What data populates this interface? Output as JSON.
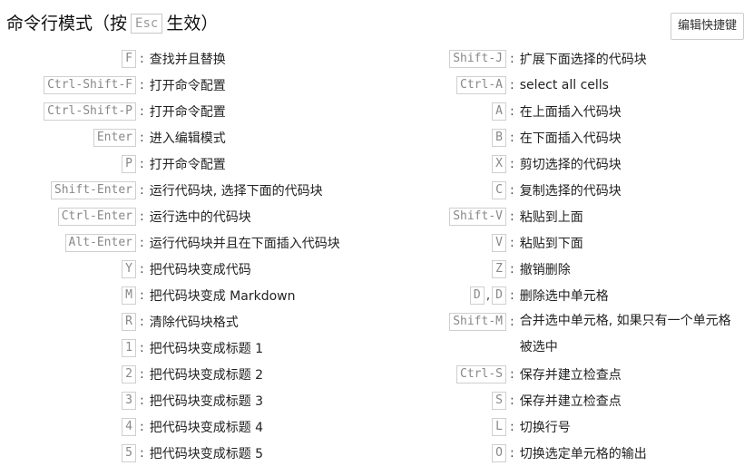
{
  "title": {
    "prefix": "命令行模式（按",
    "key": "Esc",
    "suffix": "生效）"
  },
  "edit_button": "编辑快捷键",
  "left": [
    {
      "keys": [
        "F"
      ],
      "desc": "查找并且替换"
    },
    {
      "keys": [
        "Ctrl-Shift-F"
      ],
      "desc": "打开命令配置"
    },
    {
      "keys": [
        "Ctrl-Shift-P"
      ],
      "desc": "打开命令配置"
    },
    {
      "keys": [
        "Enter"
      ],
      "desc": "进入编辑模式"
    },
    {
      "keys": [
        "P"
      ],
      "desc": "打开命令配置"
    },
    {
      "keys": [
        "Shift-Enter"
      ],
      "desc": "运行代码块, 选择下面的代码块"
    },
    {
      "keys": [
        "Ctrl-Enter"
      ],
      "desc": "运行选中的代码块"
    },
    {
      "keys": [
        "Alt-Enter"
      ],
      "desc": "运行代码块并且在下面插入代码块"
    },
    {
      "keys": [
        "Y"
      ],
      "desc": "把代码块变成代码"
    },
    {
      "keys": [
        "M"
      ],
      "desc": "把代码块变成 Markdown"
    },
    {
      "keys": [
        "R"
      ],
      "desc": "清除代码块格式"
    },
    {
      "keys": [
        "1"
      ],
      "desc": "把代码块变成标题 1"
    },
    {
      "keys": [
        "2"
      ],
      "desc": "把代码块变成标题 2"
    },
    {
      "keys": [
        "3"
      ],
      "desc": "把代码块变成标题 3"
    },
    {
      "keys": [
        "4"
      ],
      "desc": "把代码块变成标题 4"
    },
    {
      "keys": [
        "5"
      ],
      "desc": "把代码块变成标题 5"
    }
  ],
  "right": [
    {
      "keys": [
        "Shift-J"
      ],
      "desc": "扩展下面选择的代码块"
    },
    {
      "keys": [
        "Ctrl-A"
      ],
      "desc": "select all cells"
    },
    {
      "keys": [
        "A"
      ],
      "desc": "在上面插入代码块"
    },
    {
      "keys": [
        "B"
      ],
      "desc": "在下面插入代码块"
    },
    {
      "keys": [
        "X"
      ],
      "desc": "剪切选择的代码块"
    },
    {
      "keys": [
        "C"
      ],
      "desc": "复制选择的代码块"
    },
    {
      "keys": [
        "Shift-V"
      ],
      "desc": "粘贴到上面"
    },
    {
      "keys": [
        "V"
      ],
      "desc": "粘贴到下面"
    },
    {
      "keys": [
        "Z"
      ],
      "desc": "撤销删除"
    },
    {
      "keys": [
        "D",
        "D"
      ],
      "desc": "删除选中单元格"
    },
    {
      "keys": [
        "Shift-M"
      ],
      "desc": "合并选中单元格, 如果只有一个单元格被选中"
    },
    {
      "keys": [
        "Ctrl-S"
      ],
      "desc": "保存并建立检查点"
    },
    {
      "keys": [
        "S"
      ],
      "desc": "保存并建立检查点"
    },
    {
      "keys": [
        "L"
      ],
      "desc": "切换行号"
    },
    {
      "keys": [
        "O"
      ],
      "desc": "切换选定单元格的输出"
    }
  ]
}
